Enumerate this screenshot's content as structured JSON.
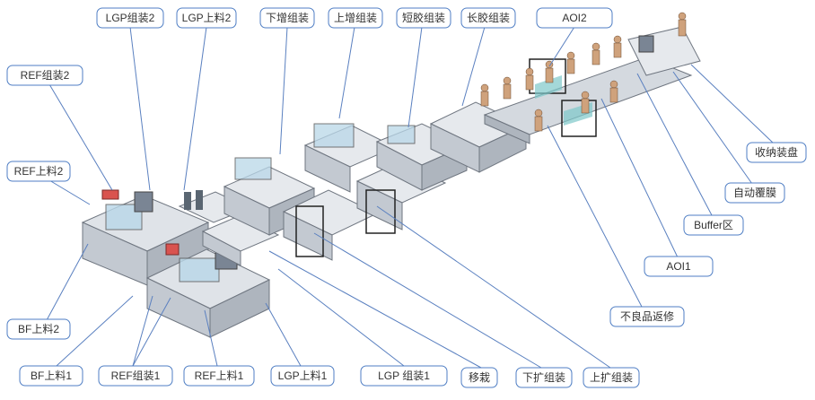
{
  "labels": {
    "lgp_assembly_2": "LGP组装2",
    "lgp_loading_2": "LGP上料2",
    "lower_brightness_assembly": "下增组装",
    "upper_brightness_assembly": "上增组装",
    "short_tape_assembly": "短胶组装",
    "long_tape_assembly": "长胶组装",
    "aoi_2": "AOI2",
    "ref_assembly_2": "REF组装2",
    "ref_loading_2": "REF上料2",
    "storage_tray": "收纳装盘",
    "auto_film": "自动覆膜",
    "buffer_zone": "Buffer区",
    "aoi_1": "AOI1",
    "defect_rework": "不良品返修",
    "bf_loading_2": "BF上料2",
    "bf_loading_1": "BF上料1",
    "ref_assembly_1": "REF组装1",
    "ref_loading_1": "REF上料1",
    "lgp_loading_1": "LGP上料1",
    "lgp_assembly_1": "LGP 组装1",
    "transfer_cut": "移栽",
    "lower_diffuser_assembly": "下扩组装",
    "upper_diffuser_assembly": "上扩组装"
  },
  "colors": {
    "callout_border": "#4f7ec4",
    "leader_line": "#5a80c0",
    "machine_frame": "#c9ced6",
    "machine_frame_dark": "#6f7680",
    "guard_glass": "#b9d7e8",
    "worker": "#cfa27c",
    "accent_red": "#d9534f"
  }
}
